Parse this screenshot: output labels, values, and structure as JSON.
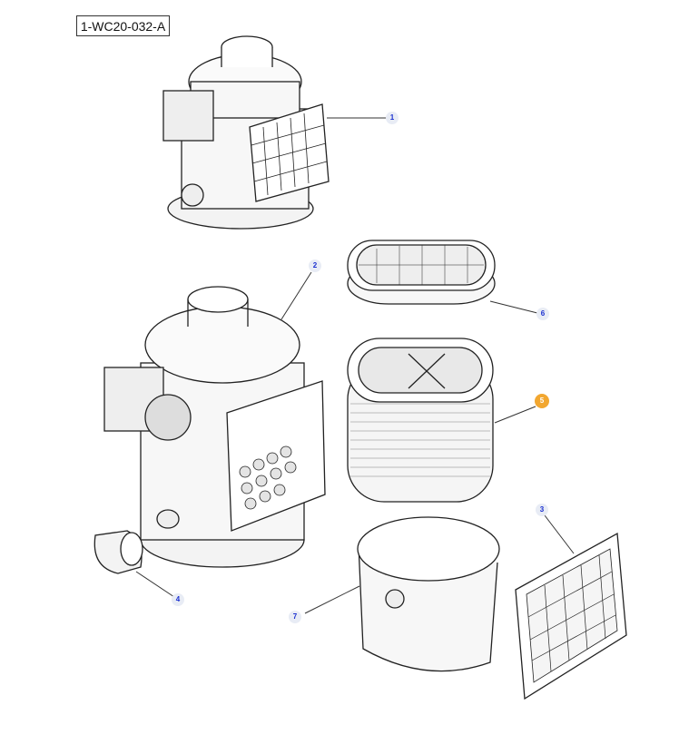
{
  "diagram": {
    "reference_code": "1-WC20-032-A",
    "callouts": [
      {
        "label": "1",
        "part": "air-cleaner-assembly",
        "active": false
      },
      {
        "label": "2",
        "part": "air-cleaner-housing",
        "active": false
      },
      {
        "label": "3",
        "part": "cover-grille",
        "active": false
      },
      {
        "label": "4",
        "part": "valve-elbow",
        "active": false
      },
      {
        "label": "5",
        "part": "primary-filter-element",
        "active": true
      },
      {
        "label": "6",
        "part": "safety-filter-element",
        "active": false
      },
      {
        "label": "7",
        "part": "pre-cleaner-bowl",
        "active": false
      }
    ],
    "colors": {
      "callout_bg": "#e8ecf5",
      "callout_text": "#1a2fd0",
      "active": "#f2a730"
    }
  }
}
